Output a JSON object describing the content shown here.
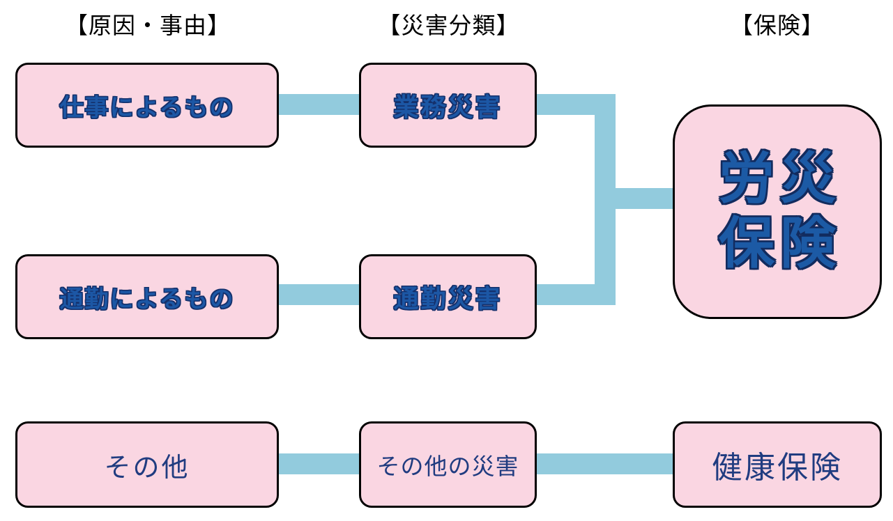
{
  "diagram": {
    "columns": [
      {
        "id": "cause",
        "header": "【原因・事由】"
      },
      {
        "id": "classification",
        "header": "【災害分類】"
      },
      {
        "id": "insurance",
        "header": "【保険】"
      }
    ],
    "boxes": {
      "work_cause": "仕事によるもの",
      "work_accident": "業務災害",
      "commute_cause": "通勤によるもの",
      "commute_accident": "通勤災害",
      "rosai_line1": "労災",
      "rosai_line2": "保険",
      "other_cause": "その他",
      "other_accident": "その他の災害",
      "health_insurance": "健康保険"
    },
    "edges": [
      {
        "from": "仕事によるもの",
        "to": "業務災害"
      },
      {
        "from": "通勤によるもの",
        "to": "通勤災害"
      },
      {
        "from": "業務災害",
        "to": "労災保険"
      },
      {
        "from": "通勤災害",
        "to": "労災保険"
      },
      {
        "from": "その他",
        "to": "その他の災害"
      },
      {
        "from": "その他の災害",
        "to": "健康保険"
      }
    ],
    "colors": {
      "box_fill": "#FAD6E2",
      "box_border": "#000000",
      "connector": "#92CBDD",
      "heavy_text": "#1C57A5",
      "heavy_text_outline": "#14306B",
      "plain_text": "#203C80",
      "header_text": "#000000"
    }
  }
}
